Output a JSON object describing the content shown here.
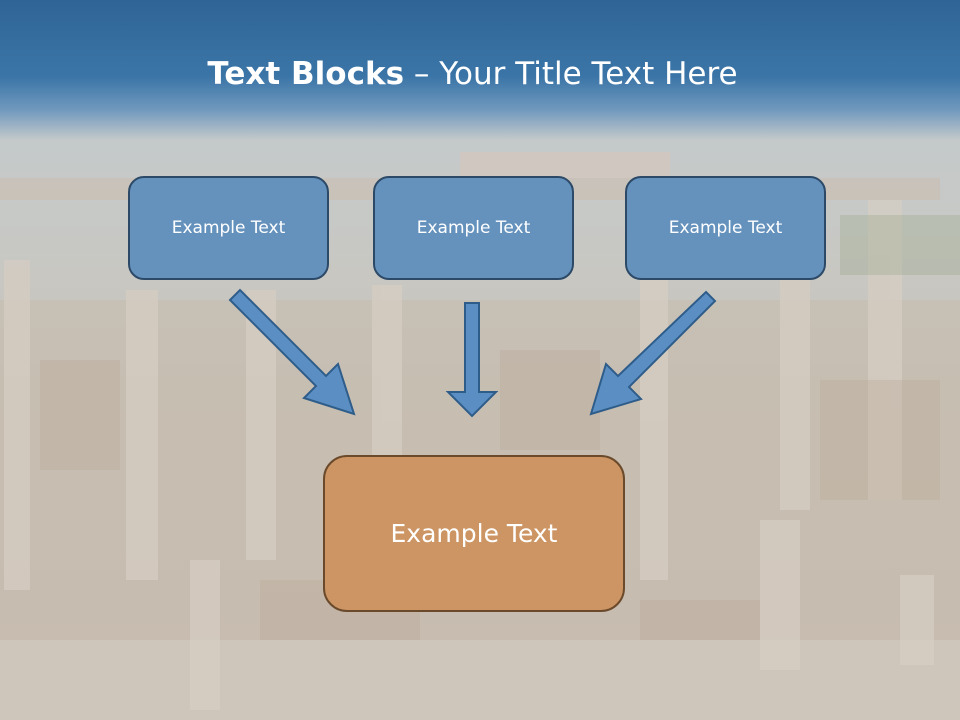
{
  "title": {
    "bold": "Text Blocks",
    "rest": " – Your Title Text Here"
  },
  "boxes": {
    "left": "Example Text",
    "middle": "Example Text",
    "right": "Example Text",
    "bottom": "Example Text"
  },
  "colors": {
    "header_blue": "#3b75a7",
    "box_blue": "#6592bd",
    "box_blue_border": "#2c4a68",
    "box_orange": "#cc9563",
    "box_orange_border": "#6b4a2c",
    "arrow_fill": "#5b8fc4",
    "arrow_stroke": "#2f5d8a"
  }
}
